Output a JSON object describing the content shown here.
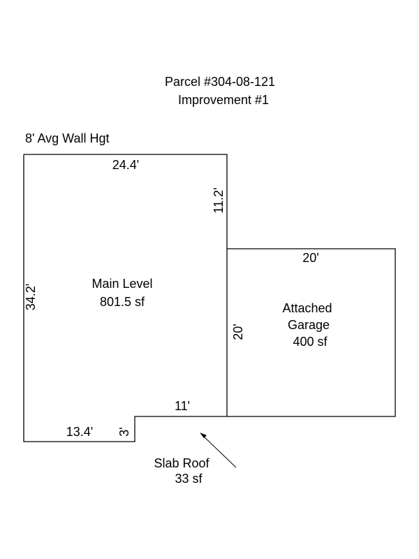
{
  "header": {
    "parcel": "Parcel #304-08-121",
    "improvement": "Improvement #1"
  },
  "wall_height": "8' Avg Wall Hgt",
  "dimensions": {
    "main_top": "24.4'",
    "main_right_upper": "11.2'",
    "main_left": "34.2'",
    "main_bottom": "13.4'",
    "notch_height": "3'",
    "notch_top": "11'",
    "garage_top": "20'",
    "garage_left": "20'"
  },
  "areas": {
    "main_name": "Main Level",
    "main_area": "801.5 sf",
    "garage_line1": "Attached",
    "garage_line2": "Garage",
    "garage_area": "400 sf",
    "slab_name": "Slab Roof",
    "slab_area": "33 sf"
  }
}
